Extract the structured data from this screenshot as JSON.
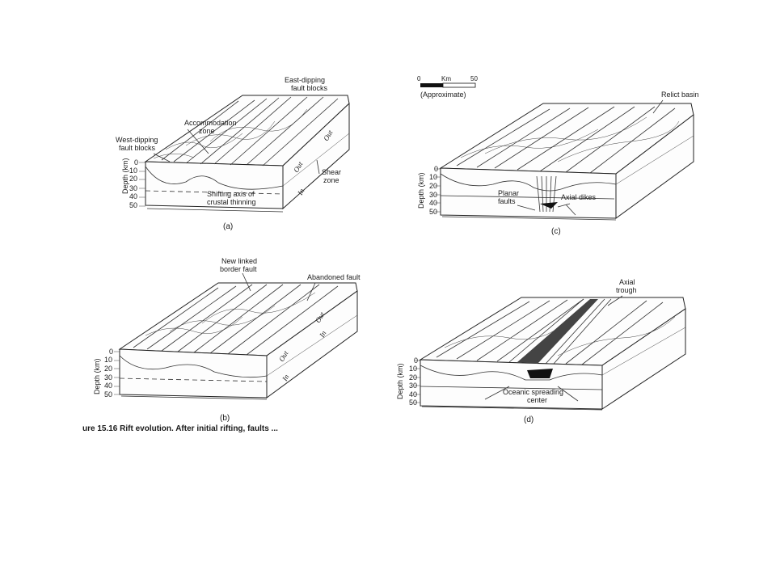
{
  "panels": {
    "a": {
      "letter": "(a)",
      "labels": {
        "east_dipping": [
          "East-dipping",
          "fault blocks"
        ],
        "accommodation": [
          "Accommodation",
          "zone"
        ],
        "west_dipping": [
          "West-dipping",
          "fault blocks"
        ],
        "shear": [
          "Shear",
          "zone"
        ],
        "shifting": [
          "Shifting axis of",
          "crustal thinning"
        ]
      },
      "depth_title": "Depth (km)",
      "depth_ticks": [
        "0",
        "10",
        "20",
        "30",
        "40",
        "50"
      ],
      "out": "Out",
      "in": "In"
    },
    "b": {
      "letter": "(b)",
      "labels": {
        "new_linked": [
          "New linked",
          "border fault"
        ],
        "abandoned": "Abandoned fault"
      },
      "depth_title": "Depth (km)",
      "depth_ticks": [
        "0",
        "10",
        "20",
        "30",
        "40",
        "50"
      ],
      "out": "Out",
      "in": "In"
    },
    "c": {
      "letter": "(c)",
      "scale": {
        "start": "0",
        "unit": "Km",
        "end": "50",
        "note": "(Approximate)"
      },
      "labels": {
        "relict": "Relict basin",
        "planar": [
          "Planar",
          "faults"
        ],
        "axial_dikes": "Axial dikes"
      },
      "depth_title": "Depth (km)",
      "depth_ticks": [
        "0",
        "10",
        "20",
        "30",
        "40",
        "50"
      ]
    },
    "d": {
      "letter": "(d)",
      "labels": {
        "axial_trough": [
          "Axial",
          "trough"
        ],
        "oceanic": [
          "Oceanic spreading",
          "center"
        ]
      },
      "depth_title": "Depth (km)",
      "depth_ticks": [
        "0",
        "10",
        "20",
        "30",
        "40",
        "50"
      ]
    }
  },
  "caption": "ure 15.16    Rift evolution. After initial rifting, faults ..."
}
